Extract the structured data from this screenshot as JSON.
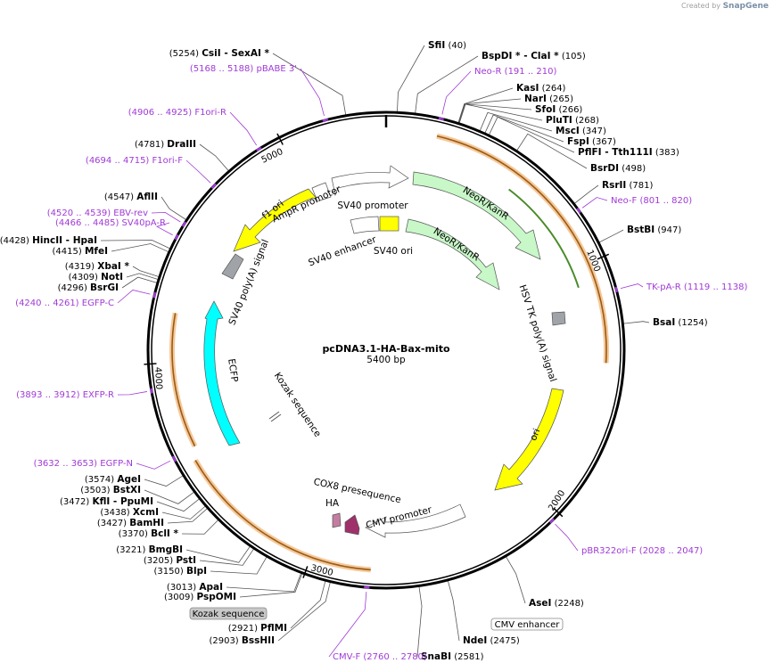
{
  "credit": {
    "prefix": "Created by",
    "brand": "SnapGene"
  },
  "plasmid": {
    "name": "pcDNA3.1-HA-Bax-mito",
    "size_label": "5400 bp",
    "length": 5400
  },
  "ticks": [
    "1000",
    "2000",
    "3000",
    "4000",
    "5000"
  ],
  "sites": [
    {
      "num": "(5254)",
      "name": "CsiI",
      "extra": "- SexAI *"
    },
    {
      "num": "(40)",
      "name": "SfiI",
      "extra": ""
    },
    {
      "num": "(105)",
      "name": "BspDI *",
      "extra": "- ClaI *"
    },
    {
      "num": "(264)",
      "name": "KasI",
      "extra": ""
    },
    {
      "num": "(265)",
      "name": "NarI",
      "extra": ""
    },
    {
      "num": "(266)",
      "name": "SfoI",
      "extra": ""
    },
    {
      "num": "(268)",
      "name": "PluTI",
      "extra": ""
    },
    {
      "num": "(347)",
      "name": "MscI",
      "extra": ""
    },
    {
      "num": "(367)",
      "name": "FspI",
      "extra": ""
    },
    {
      "num": "(383)",
      "name": "PflFI",
      "extra": "- Tth111I"
    },
    {
      "num": "(498)",
      "name": "BsrDI",
      "extra": ""
    },
    {
      "num": "(781)",
      "name": "RsrII",
      "extra": ""
    },
    {
      "num": "(947)",
      "name": "BstBI",
      "extra": ""
    },
    {
      "num": "(1254)",
      "name": "BsaI",
      "extra": ""
    },
    {
      "num": "(2248)",
      "name": "AseI",
      "extra": ""
    },
    {
      "num": "(2475)",
      "name": "NdeI",
      "extra": ""
    },
    {
      "num": "(2581)",
      "name": "SnaBI",
      "extra": ""
    },
    {
      "num": "(2903)",
      "name": "BssHII",
      "extra": ""
    },
    {
      "num": "(2921)",
      "name": "PflMI",
      "extra": ""
    },
    {
      "num": "(3009)",
      "name": "PspOMI",
      "extra": ""
    },
    {
      "num": "(3013)",
      "name": "ApaI",
      "extra": ""
    },
    {
      "num": "(3150)",
      "name": "BlpI",
      "extra": ""
    },
    {
      "num": "(3205)",
      "name": "PstI",
      "extra": ""
    },
    {
      "num": "(3221)",
      "name": "BmgBI",
      "extra": ""
    },
    {
      "num": "(3370)",
      "name": "BclI *",
      "extra": ""
    },
    {
      "num": "(3427)",
      "name": "BamHI",
      "extra": ""
    },
    {
      "num": "(3438)",
      "name": "XcmI",
      "extra": ""
    },
    {
      "num": "(3472)",
      "name": "KflI",
      "extra": "- PpuMI"
    },
    {
      "num": "(3503)",
      "name": "BstXI",
      "extra": ""
    },
    {
      "num": "(3574)",
      "name": "AgeI",
      "extra": ""
    },
    {
      "num": "(4296)",
      "name": "BsrGI",
      "extra": ""
    },
    {
      "num": "(4309)",
      "name": "NotI",
      "extra": ""
    },
    {
      "num": "(4319)",
      "name": "XbaI *",
      "extra": ""
    },
    {
      "num": "(4415)",
      "name": "MfeI",
      "extra": ""
    },
    {
      "num": "(4428)",
      "name": "HincII",
      "extra": "- HpaI"
    },
    {
      "num": "(4547)",
      "name": "AflII",
      "extra": ""
    },
    {
      "num": "(4781)",
      "name": "DraIII",
      "extra": ""
    }
  ],
  "primers": [
    {
      "name": "pBABE 3'",
      "range": "(5168 .. 5188)"
    },
    {
      "name": "Neo-R",
      "range": "(191 .. 210)"
    },
    {
      "name": "F1ori-R",
      "range": "(4906 .. 4925)"
    },
    {
      "name": "F1ori-F",
      "range": "(4694 .. 4715)"
    },
    {
      "name": "EBV-rev",
      "range": "(4520 .. 4539)"
    },
    {
      "name": "SV40pA-R",
      "range": "(4466 .. 4485)"
    },
    {
      "name": "EGFP-C",
      "range": "(4240 .. 4261)"
    },
    {
      "name": "Neo-F",
      "range": "(801 .. 820)"
    },
    {
      "name": "TK-pA-R",
      "range": "(1119 .. 1138)"
    },
    {
      "name": "EXFP-R",
      "range": "(3893 .. 3912)"
    },
    {
      "name": "EGFP-N",
      "range": "(3632 .. 3653)"
    },
    {
      "name": "pBR322ori-F",
      "range": "(2028 .. 2047)"
    },
    {
      "name": "CMV-F",
      "range": "(2760 .. 2780)"
    }
  ],
  "features": {
    "f1_ori": "f1 ori",
    "ampr_promoter": "AmpR promoter",
    "sv40_promoter": "SV40 promoter",
    "neo_kan_outer": "NeoR/KanR",
    "neo_kan_inner": "NeoR/KanR",
    "sv40_enhancer": "SV40 enhancer",
    "sv40_ori": "SV40 ori",
    "sv40_polya": "SV40 poly(A) signal",
    "hsv_tk_polya": "HSV TK poly(A) signal",
    "ecfp": "ECFP",
    "kozak": "Kozak sequence",
    "ori": "ori",
    "cox8": "COX8 presequence",
    "ha": "HA",
    "cmv_promoter": "CMV promoter"
  },
  "boxed_labels": {
    "kozak": "Kozak sequence",
    "cmv_enhancer": "CMV enhancer"
  },
  "colors": {
    "primer": "#a03ad6",
    "yellow": "#ffff00",
    "green": "#c8f7c8",
    "cyan": "#00ffff",
    "orange_halo": "#f5c89a",
    "brown": "#9a5b14",
    "gray": "#a0a4a8",
    "maroon": "#a0306a"
  }
}
